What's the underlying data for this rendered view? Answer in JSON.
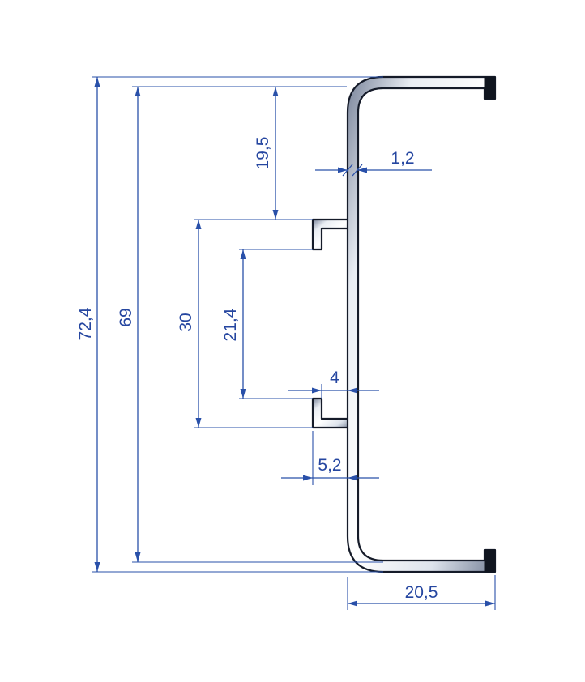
{
  "drawing": {
    "kind": "profile-cross-section-technical-drawing",
    "colors": {
      "dimension_blue": "#2950a9",
      "profile_outline": "#151b29",
      "metal_light": "#ffffff",
      "metal_dark": "#79849a",
      "background": "#ffffff"
    },
    "labels": {
      "overall_height": "72,4",
      "inner_height": "69",
      "top_to_hook": "19,5",
      "wall_thickness": "1,2",
      "hook_outer_span": "30",
      "hook_inner_span": "21,4",
      "hook_gap": "4",
      "hook_depth": "5,2",
      "base_width": "20,5"
    }
  }
}
